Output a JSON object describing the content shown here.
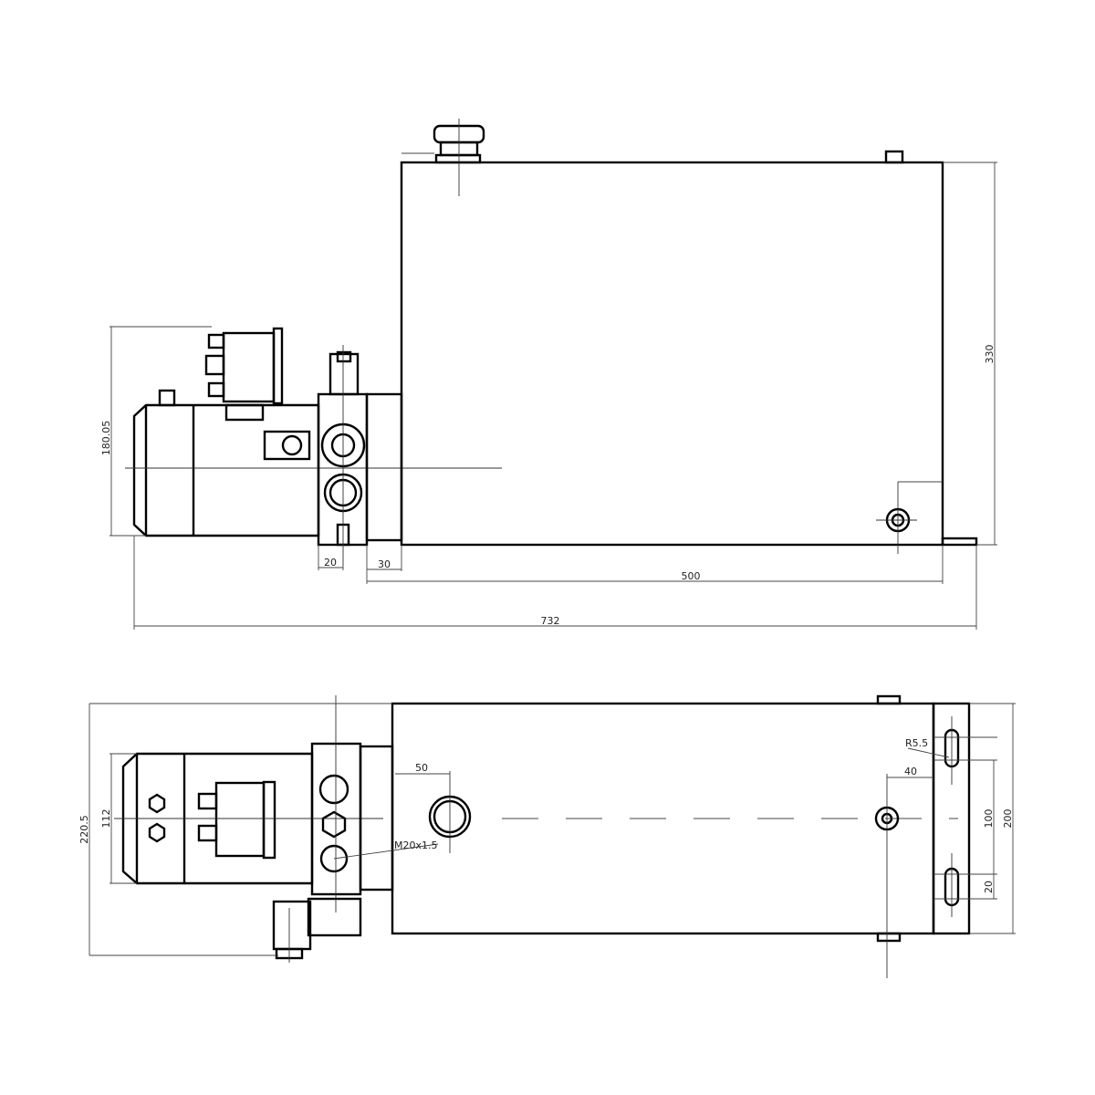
{
  "drawing": {
    "views": [
      "front-view",
      "top-view"
    ],
    "dimensions": {
      "front": {
        "motor_height": "180.05",
        "valve_width": "20",
        "flange_offset": "30",
        "tank_length": "500",
        "overall_length": "732",
        "tank_height": "330"
      },
      "top": {
        "overall_width": "220.5",
        "motor_diameter": "112",
        "port_offset": "50",
        "port_thread": "M20x1.5",
        "slot_radius": "R5.5",
        "drain_offset": "40",
        "slot_spacing": "100",
        "tank_width": "200",
        "slot_length": "20"
      }
    },
    "line_color": "#000000",
    "background": "#ffffff"
  }
}
